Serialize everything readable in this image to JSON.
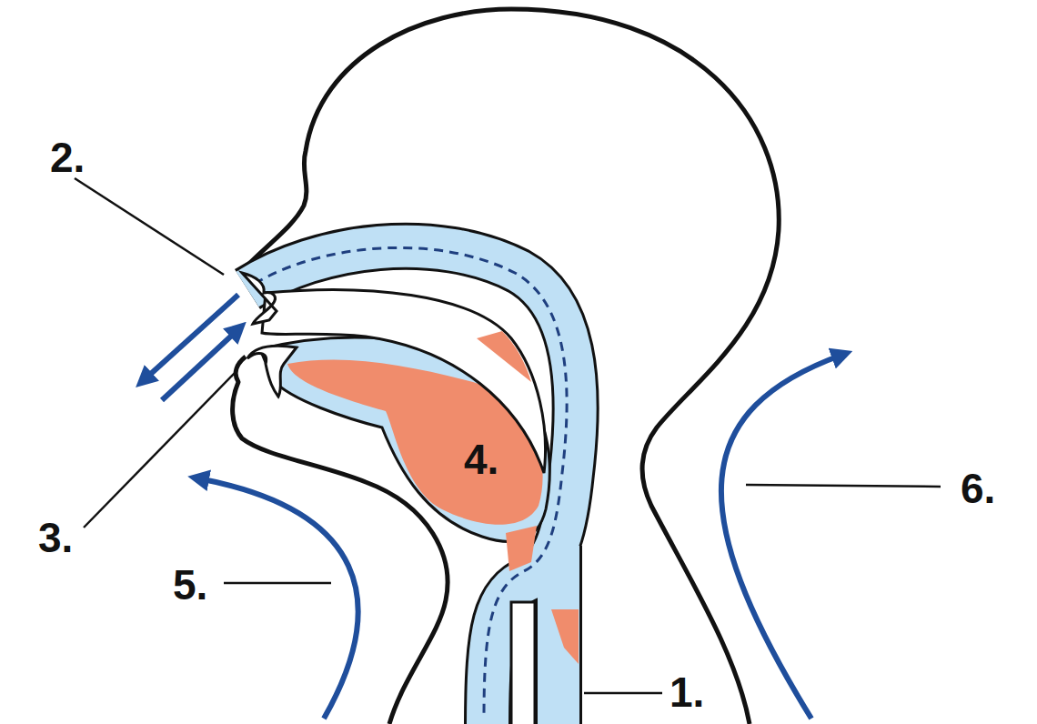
{
  "diagram": {
    "labels": [
      "2.",
      "3.",
      "4.",
      "5.",
      "6.",
      "1."
    ]
  }
}
